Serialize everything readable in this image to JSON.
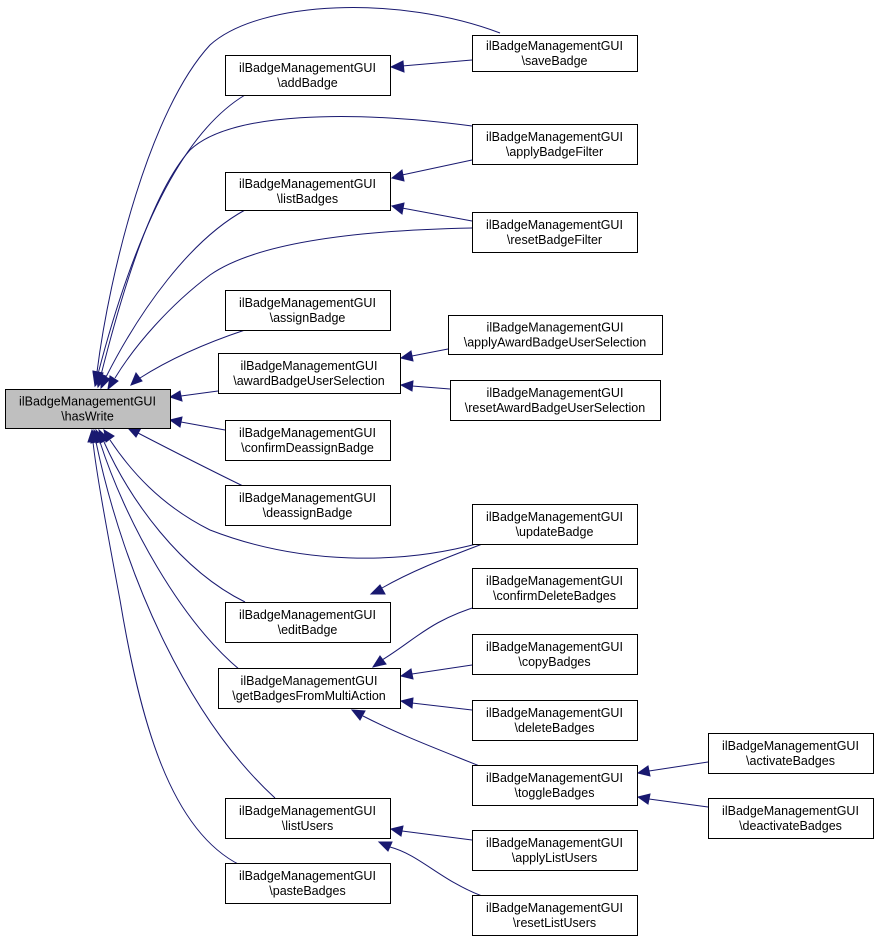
{
  "graph": {
    "nodes": {
      "root": [
        "ilBadgeManagementGUI",
        "\\hasWrite"
      ],
      "addBadge": [
        "ilBadgeManagementGUI",
        "\\addBadge"
      ],
      "saveBadge": [
        "ilBadgeManagementGUI",
        "\\saveBadge"
      ],
      "listBadges": [
        "ilBadgeManagementGUI",
        "\\listBadges"
      ],
      "applyBadgeFilter": [
        "ilBadgeManagementGUI",
        "\\applyBadgeFilter"
      ],
      "resetBadgeFilter": [
        "ilBadgeManagementGUI",
        "\\resetBadgeFilter"
      ],
      "assignBadge": [
        "ilBadgeManagementGUI",
        "\\assignBadge"
      ],
      "awardBadgeUserSelection": [
        "ilBadgeManagementGUI",
        "\\awardBadgeUserSelection"
      ],
      "applyAwardBadgeUserSelection": [
        "ilBadgeManagementGUI",
        "\\applyAwardBadgeUserSelection"
      ],
      "resetAwardBadgeUserSelection": [
        "ilBadgeManagementGUI",
        "\\resetAwardBadgeUserSelection"
      ],
      "confirmDeassignBadge": [
        "ilBadgeManagementGUI",
        "\\confirmDeassignBadge"
      ],
      "deassignBadge": [
        "ilBadgeManagementGUI",
        "\\deassignBadge"
      ],
      "updateBadge": [
        "ilBadgeManagementGUI",
        "\\updateBadge"
      ],
      "editBadge": [
        "ilBadgeManagementGUI",
        "\\editBadge"
      ],
      "confirmDeleteBadges": [
        "ilBadgeManagementGUI",
        "\\confirmDeleteBadges"
      ],
      "getBadgesFromMultiAction": [
        "ilBadgeManagementGUI",
        "\\getBadgesFromMultiAction"
      ],
      "copyBadges": [
        "ilBadgeManagementGUI",
        "\\copyBadges"
      ],
      "deleteBadges": [
        "ilBadgeManagementGUI",
        "\\deleteBadges"
      ],
      "toggleBadges": [
        "ilBadgeManagementGUI",
        "\\toggleBadges"
      ],
      "activateBadges": [
        "ilBadgeManagementGUI",
        "\\activateBadges"
      ],
      "deactivateBadges": [
        "ilBadgeManagementGUI",
        "\\deactivateBadges"
      ],
      "listUsers": [
        "ilBadgeManagementGUI",
        "\\listUsers"
      ],
      "applyListUsers": [
        "ilBadgeManagementGUI",
        "\\applyListUsers"
      ],
      "resetListUsers": [
        "ilBadgeManagementGUI",
        "\\resetListUsers"
      ],
      "pasteBadges": [
        "ilBadgeManagementGUI",
        "\\pasteBadges"
      ]
    },
    "edges": [
      [
        "saveBadge",
        "addBadge"
      ],
      [
        "applyBadgeFilter",
        "listBadges"
      ],
      [
        "resetBadgeFilter",
        "listBadges"
      ],
      [
        "applyAwardBadgeUserSelection",
        "awardBadgeUserSelection"
      ],
      [
        "resetAwardBadgeUserSelection",
        "awardBadgeUserSelection"
      ],
      [
        "updateBadge",
        "editBadge"
      ],
      [
        "confirmDeleteBadges",
        "getBadgesFromMultiAction"
      ],
      [
        "copyBadges",
        "getBadgesFromMultiAction"
      ],
      [
        "deleteBadges",
        "getBadgesFromMultiAction"
      ],
      [
        "toggleBadges",
        "getBadgesFromMultiAction"
      ],
      [
        "activateBadges",
        "toggleBadges"
      ],
      [
        "deactivateBadges",
        "toggleBadges"
      ],
      [
        "applyListUsers",
        "listUsers"
      ],
      [
        "resetListUsers",
        "listUsers"
      ],
      [
        "saveBadge",
        "root"
      ],
      [
        "addBadge",
        "root"
      ],
      [
        "applyBadgeFilter",
        "root"
      ],
      [
        "listBadges",
        "root"
      ],
      [
        "resetBadgeFilter",
        "root"
      ],
      [
        "assignBadge",
        "root"
      ],
      [
        "awardBadgeUserSelection",
        "root"
      ],
      [
        "confirmDeassignBadge",
        "root"
      ],
      [
        "deassignBadge",
        "root"
      ],
      [
        "updateBadge",
        "root"
      ],
      [
        "editBadge",
        "root"
      ],
      [
        "getBadgesFromMultiAction",
        "root"
      ],
      [
        "listUsers",
        "root"
      ],
      [
        "pasteBadges",
        "root"
      ]
    ]
  }
}
